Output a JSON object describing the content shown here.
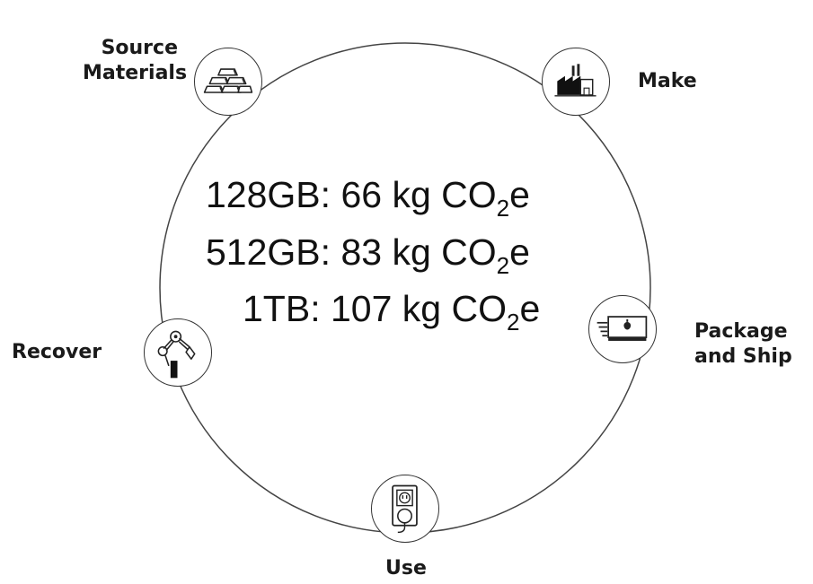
{
  "stages": {
    "source_materials": {
      "line1": "Source",
      "line2": "Materials"
    },
    "make": {
      "label": "Make"
    },
    "package_and_ship": {
      "line1": "Package",
      "line2": "and Ship"
    },
    "use": {
      "label": "Use"
    },
    "recover": {
      "label": "Recover"
    }
  },
  "icons": {
    "source_materials": "gold-bars-icon",
    "make": "factory-icon",
    "package_and_ship": "delivery-truck-icon",
    "use": "power-outlet-icon",
    "recover": "robot-arm-icon"
  },
  "footprints": [
    {
      "capacity": "128GB:",
      "amount": "66 kg",
      "co": "CO",
      "sub": "2",
      "suffix": "e"
    },
    {
      "capacity": "512GB:",
      "amount": "83 kg",
      "co": "CO",
      "sub": "2",
      "suffix": "e"
    },
    {
      "capacity": "1TB:",
      "amount": "107 kg",
      "co": "CO",
      "sub": "2",
      "suffix": "e"
    }
  ]
}
